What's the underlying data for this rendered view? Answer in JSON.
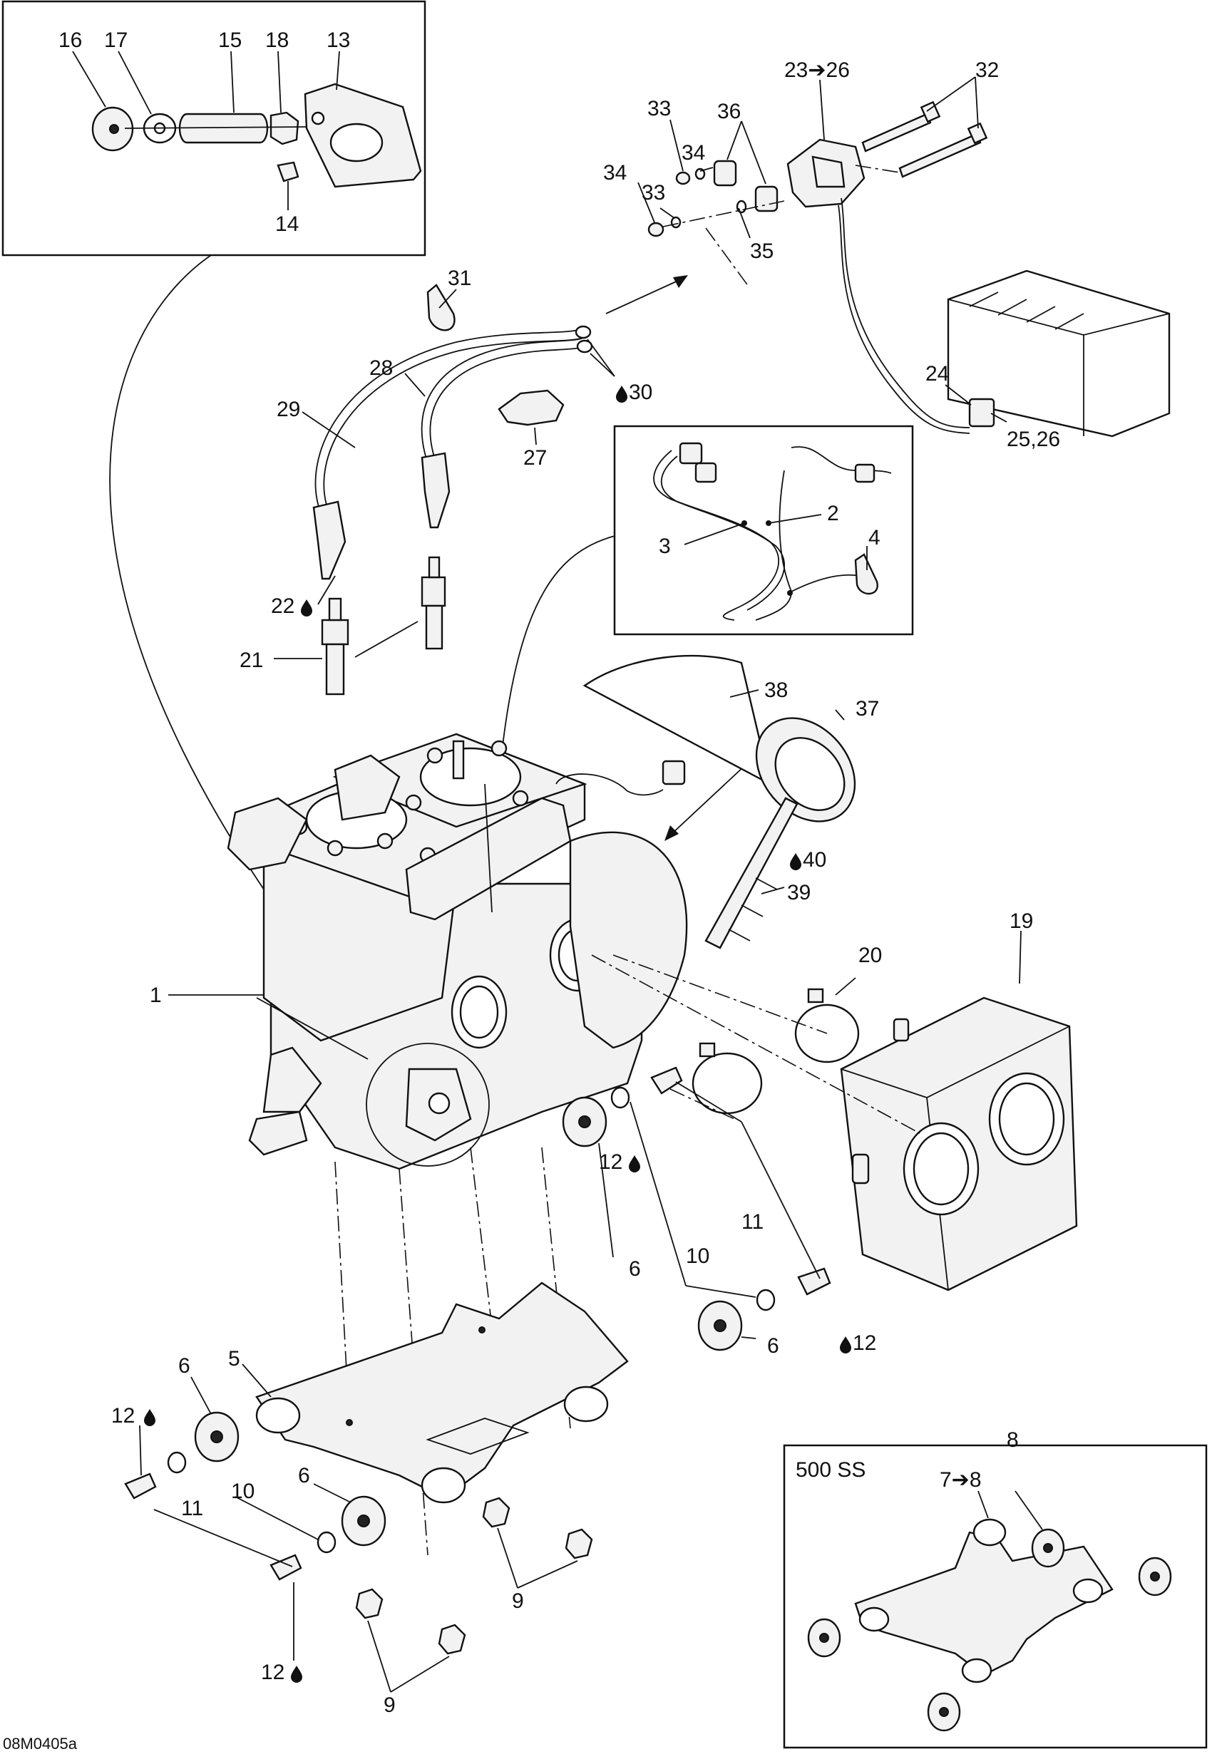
{
  "labels": {
    "l1": "1",
    "l2": "2",
    "l3": "3",
    "l4": "4",
    "l5": "5",
    "l6a": "6",
    "l6b": "6",
    "l6c": "6",
    "l6d": "6",
    "l7_8": "7➔8",
    "l8": "8",
    "l9a": "9",
    "l9b": "9",
    "l10a": "10",
    "l10b": "10",
    "l11a": "11",
    "l11b": "11",
    "l12a": "12",
    "l12b": "12",
    "l12c": "12",
    "l12d": "12",
    "l13": "13",
    "l14": "14",
    "l15": "15",
    "l16": "16",
    "l17": "17",
    "l18": "18",
    "l19": "19",
    "l20": "20",
    "l21": "21",
    "l22": "22",
    "l23_26": "23➔26",
    "l24": "24",
    "l25_26": "25,26",
    "l27": "27",
    "l28": "28",
    "l29": "29",
    "l30": "30",
    "l31": "31",
    "l32": "32",
    "l33a": "33",
    "l33b": "33",
    "l34a": "34",
    "l34b": "34",
    "l35": "35",
    "l36": "36",
    "l37": "37",
    "l38": "38",
    "l39": "39",
    "l40": "40"
  },
  "inset_title": "500 SS",
  "drawing_id": "08M0405a"
}
